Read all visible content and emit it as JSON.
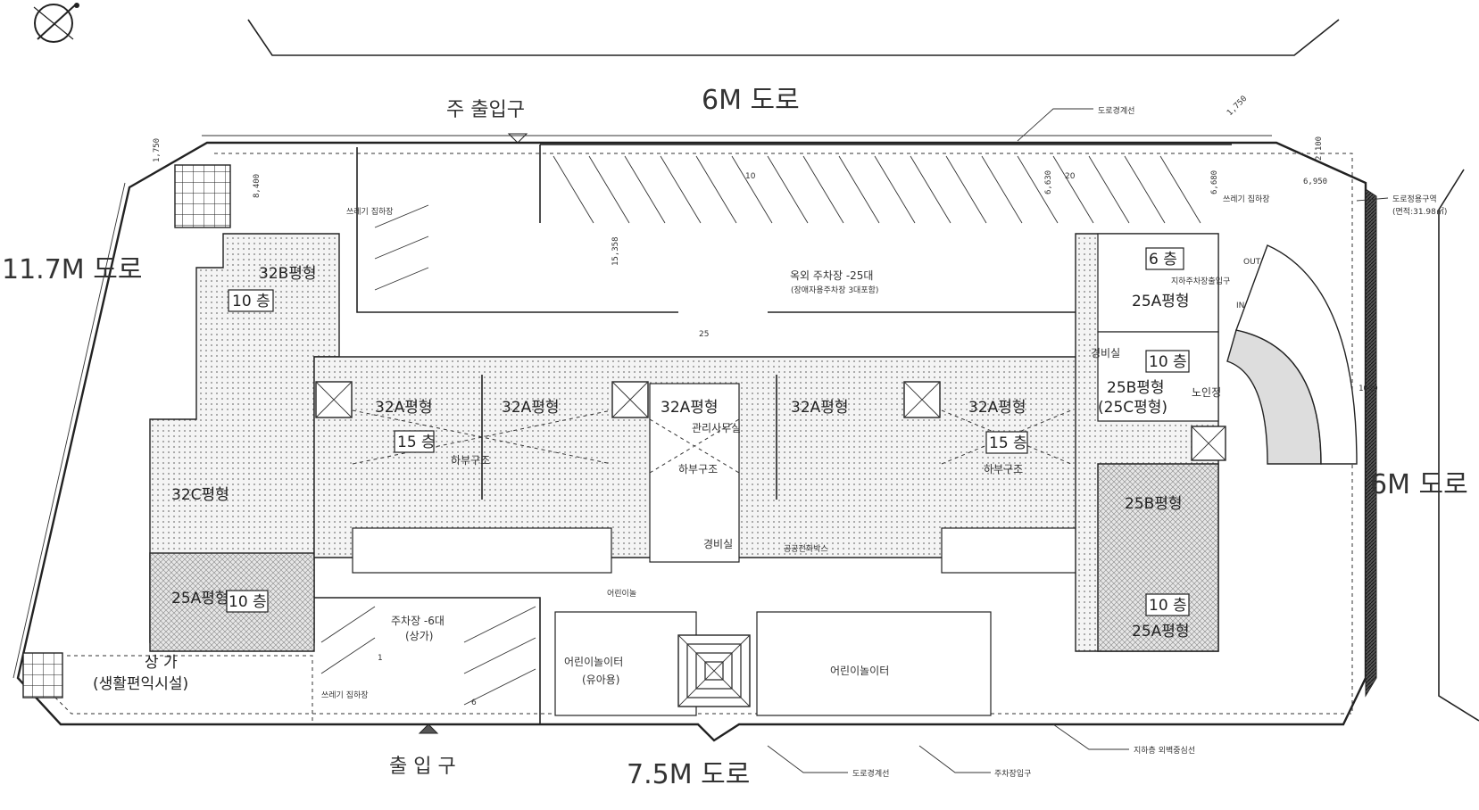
{
  "roads": {
    "top": "6M 도로",
    "left": "11.7M 도로",
    "right": "6M 도로",
    "bottom": "7.5M 도로"
  },
  "entrances": {
    "main": "주 출입구",
    "bottom": "출 입 구"
  },
  "units": {
    "u32b": "32B평형",
    "u32a_1": "32A평형",
    "u32a_2": "32A평형",
    "u32a_3": "32A평형",
    "u32a_4": "32A평형",
    "u32a_5": "32A평형",
    "u32c": "32C평형",
    "u25a_left": "25A평형",
    "u25a_top": "25A평형",
    "u25b_top": "25B평형",
    "u25c": "(25C평형)",
    "u25b_mid": "25B평형",
    "u25a_bottom": "25A평형"
  },
  "floors": {
    "f32b": "10 층",
    "f15_left": "15 층",
    "f15_right": "15 층",
    "f25a_left": "10 층",
    "f6": "6 층",
    "f10_right_top": "10 층",
    "f10_right_bottom": "10 층"
  },
  "facilities": {
    "outdoor_parking": "옥외 주차장 -25대",
    "outdoor_parking_note": "(장애자용주차장 3대포함)",
    "parking_6": "주차장 -6대",
    "parking_6_note": "(상가)",
    "playground_infant": "어린이놀이터",
    "playground_infant_note": "(유아용)",
    "playground": "어린이놀이터",
    "commercial": "상 가",
    "commercial_note": "(생활편익시설)",
    "management": "관리사무실",
    "guard_left": "경비실",
    "guard_center": "경비실",
    "senior": "노인정",
    "recycle_top": "쓰레기 집하장",
    "recycle_left": "쓰레기 집하장",
    "recycle_right": "쓰레기 집하장",
    "underground_entrance": "지하주차장출입구",
    "under_structure_1": "하부구조",
    "under_structure_2": "하부구조",
    "under_structure_3": "하부구조",
    "mailbox": "공공전화박스",
    "bench": "어린이놀",
    "out_label": "OUT",
    "in_label": "IN"
  },
  "annotations": {
    "road_boundary_top": "도로경계선",
    "road_boundary_bottom": "도로경계선",
    "road_provided": "도로정용구역",
    "road_provided_area": "(면적:31.98㎡)",
    "underground_outline": "지하층 외벽중심선",
    "parking_entry": "주차장입구"
  },
  "dimensions": {
    "d1750_left": "1,750",
    "d8400": "8,400",
    "d15358": "15,358",
    "d6630": "6,630",
    "d6680": "6,680",
    "d2100": "2,100",
    "d1750_right": "1,750",
    "d6950": "6,950",
    "d1000": "1000"
  },
  "stall_numbers": {
    "n10": "10",
    "n20": "20",
    "n25": "25",
    "n1": "1",
    "n6": "6"
  }
}
